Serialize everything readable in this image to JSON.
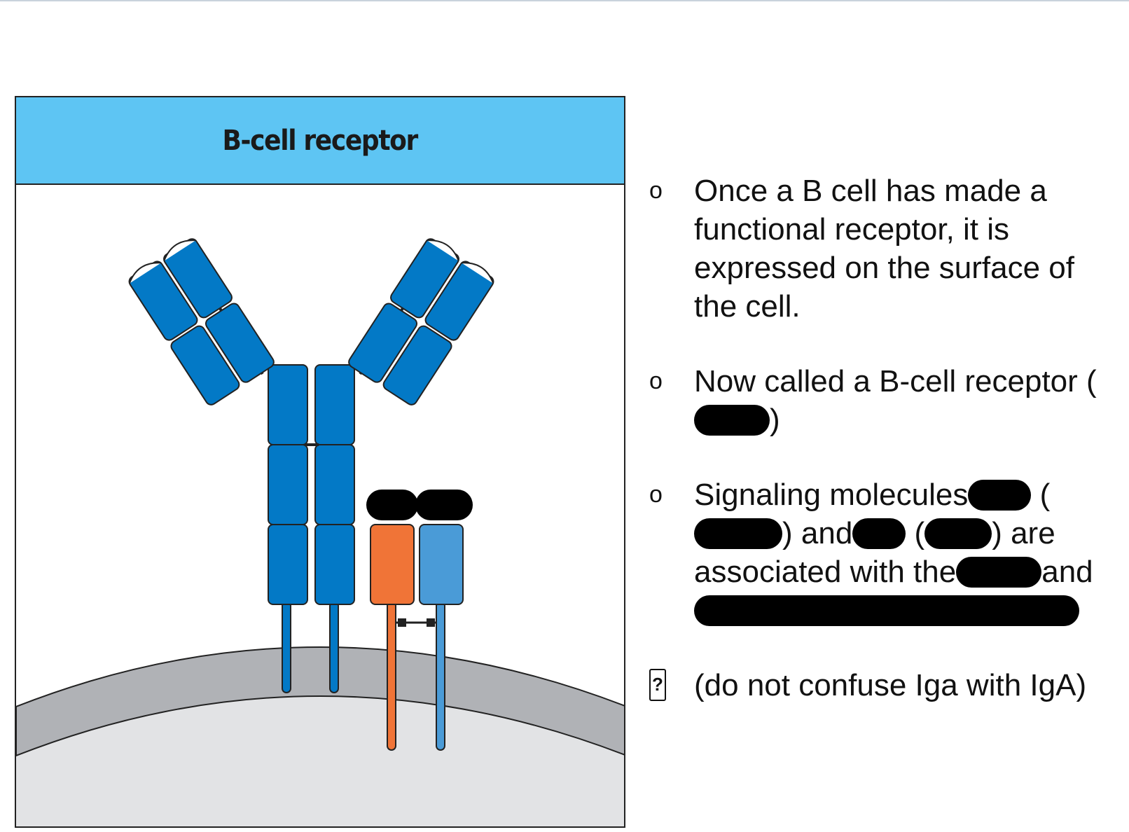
{
  "figure": {
    "title": "B-cell receptor",
    "colors": {
      "header": "#5ec5f3",
      "antibody": "#0379c6",
      "iga_chain": "#f07437",
      "igb_chain": "#4a9bd7",
      "membrane": "#b0b2b6",
      "cytoplasm": "#e2e3e5",
      "redaction": "#000000"
    }
  },
  "bullets": [
    {
      "icon": "circle-bullet-icon",
      "parts": [
        {
          "text": "Once a B cell has made a functional receptor, it is expressed on the surface of the cell."
        }
      ]
    },
    {
      "icon": "circle-bullet-icon",
      "parts": [
        {
          "text": "Now called a B-cell receptor ("
        },
        {
          "redacted": true
        },
        {
          "text": ")"
        }
      ]
    },
    {
      "icon": "circle-bullet-icon",
      "parts": [
        {
          "text": "Signaling molecules"
        },
        {
          "redacted": true
        },
        {
          "text": " ("
        },
        {
          "redacted": true
        },
        {
          "text": ") and"
        },
        {
          "redacted": true
        },
        {
          "text": " ("
        },
        {
          "redacted": true
        },
        {
          "text": ") are associated with the"
        },
        {
          "redacted": true
        },
        {
          "text": "and "
        },
        {
          "redacted": true
        }
      ]
    },
    {
      "icon": "question-box-icon",
      "parts": [
        {
          "text": "(do not confuse Iga with IgA)"
        }
      ]
    }
  ],
  "bullet_marks": {
    "circle": "o",
    "question": "?"
  }
}
